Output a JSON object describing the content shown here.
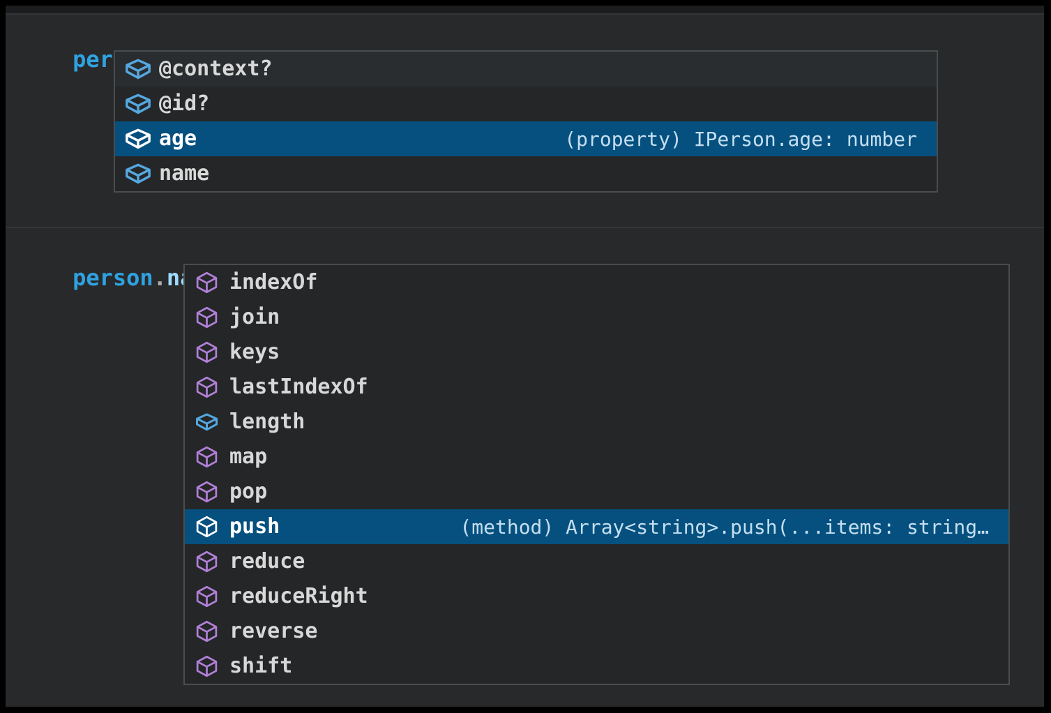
{
  "code": {
    "line1": {
      "variable": "person",
      "dot": ".",
      "semicolon": ";"
    },
    "line2": {
      "variable": "person",
      "dot1": ".",
      "property": "name",
      "dot2": ".",
      "semicolon": ";"
    }
  },
  "suggest_person": {
    "items": [
      {
        "label": "@context?",
        "icon": "symbol-field-icon",
        "state": "hover"
      },
      {
        "label": "@id?",
        "icon": "symbol-field-icon",
        "state": "normal"
      },
      {
        "label": "age",
        "icon": "symbol-field-icon",
        "state": "selected",
        "detail": "(property) IPerson.age: number"
      },
      {
        "label": "name",
        "icon": "symbol-field-icon",
        "state": "normal"
      }
    ]
  },
  "suggest_name": {
    "items": [
      {
        "label": "indexOf",
        "icon": "symbol-method-icon",
        "state": "normal"
      },
      {
        "label": "join",
        "icon": "symbol-method-icon",
        "state": "normal"
      },
      {
        "label": "keys",
        "icon": "symbol-method-icon",
        "state": "normal"
      },
      {
        "label": "lastIndexOf",
        "icon": "symbol-method-icon",
        "state": "normal"
      },
      {
        "label": "length",
        "icon": "symbol-field-icon",
        "state": "normal"
      },
      {
        "label": "map",
        "icon": "symbol-method-icon",
        "state": "normal"
      },
      {
        "label": "pop",
        "icon": "symbol-method-icon",
        "state": "normal"
      },
      {
        "label": "push",
        "icon": "symbol-method-icon",
        "state": "selected",
        "detail": "(method) Array<string>.push(...items: string…"
      },
      {
        "label": "reduce",
        "icon": "symbol-method-icon",
        "state": "normal"
      },
      {
        "label": "reduceRight",
        "icon": "symbol-method-icon",
        "state": "normal"
      },
      {
        "label": "reverse",
        "icon": "symbol-method-icon",
        "state": "normal"
      },
      {
        "label": "shift",
        "icon": "symbol-method-icon",
        "state": "normal"
      }
    ]
  },
  "colors": {
    "editor_bg": "#28292B",
    "popup_bg": "#242628",
    "popup_border": "#4A4C4E",
    "hover_bg": "#292D2F",
    "selection_bg": "#05507F",
    "label_fg": "#D8D8D8",
    "selected_fg": "#FFFFFF",
    "detail_fg": "#C5DFF0",
    "field_icon": "#55A8E0",
    "method_icon": "#B180D7",
    "var_blue": "#2FA3E2",
    "prop_blue": "#9CDCFE",
    "squiggle": "#EF4438"
  }
}
